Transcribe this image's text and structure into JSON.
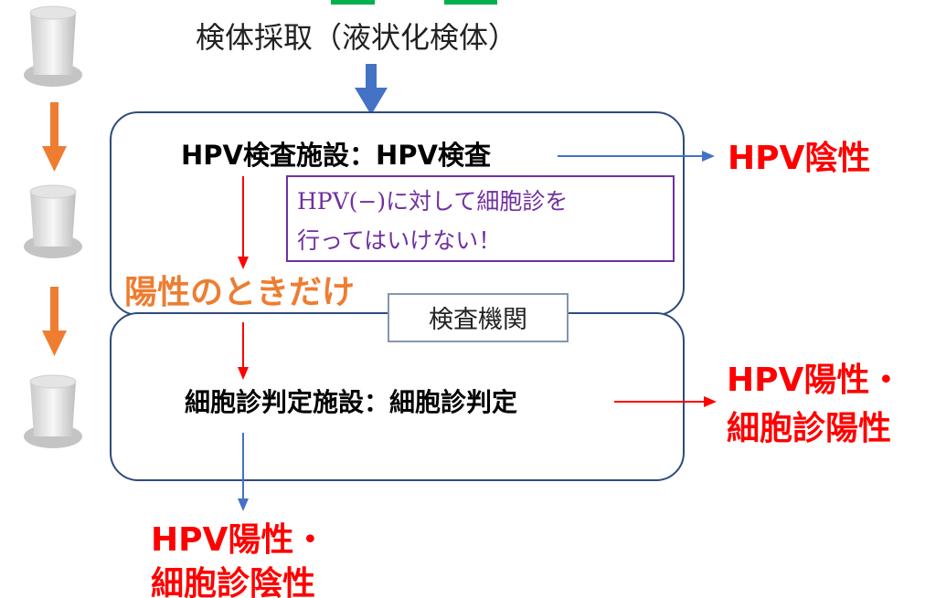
{
  "header": {
    "title": "検体採取（液状化検体）"
  },
  "hpv_facility": {
    "title": "HPV検査施設：HPV検査"
  },
  "warning_note": {
    "line1": "HPV(−)に対して細胞診を",
    "line2": "行ってはいけない！"
  },
  "positive_only_label": "陽性のときだけ",
  "lab_label": "検査機関",
  "cytology_facility": {
    "title": "細胞診判定施設：細胞診判定"
  },
  "outcomes": {
    "hpv_negative": "HPV陰性",
    "hpv_pos_cyto_pos_line1": "HPV陽性・",
    "hpv_pos_cyto_pos_line2": "細胞診陽性",
    "hpv_pos_cyto_neg_line1": "HPV陽性・",
    "hpv_pos_cyto_neg_line2": "細胞診陰性"
  },
  "icons": {
    "specimen_vial": "specimen-vial-icon",
    "flow_arrow": "down-arrow-icon"
  },
  "colors": {
    "outcome_red": "#ff0000",
    "emphasis_orange": "#ee7d31",
    "accent_blue": "#4472c4",
    "note_purple": "#7030a0",
    "box_border": "#2f4b7c",
    "lab_border": "#8496b0",
    "green_strip": "#00b050"
  }
}
